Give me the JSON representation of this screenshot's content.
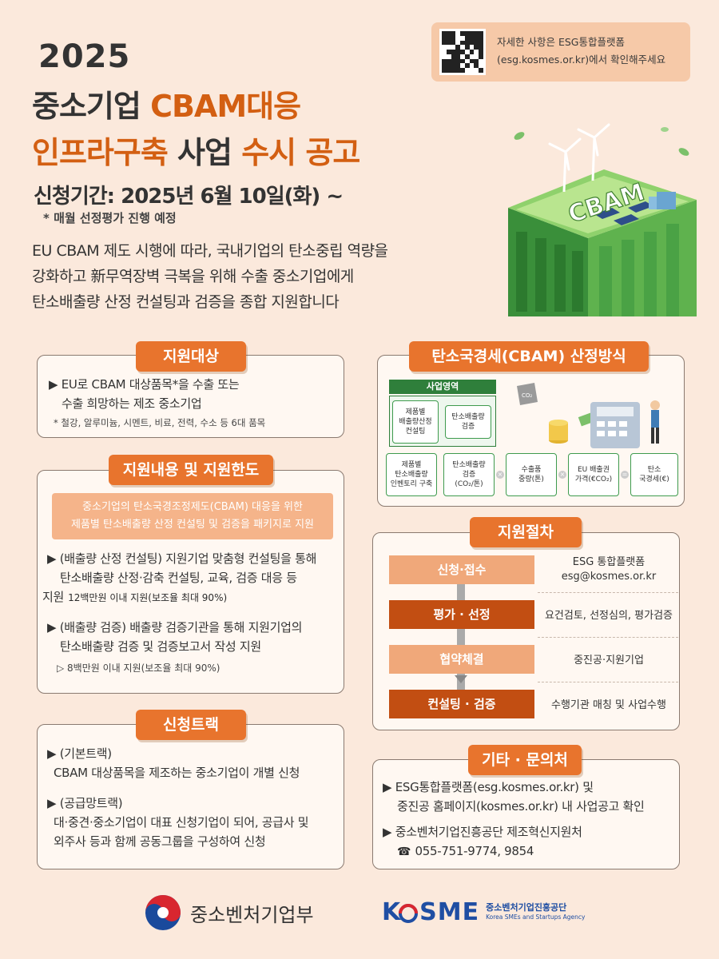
{
  "header": {
    "year": "2025",
    "title_line1_prefix": "중소기업 ",
    "title_line1_accent": "CBAM대응",
    "title_line2_prefix": "인프라구축 사업 ",
    "title_line2_accent": "수시 공고",
    "period": "신청기간: 2025년 6월 10일(화) ~",
    "period_note": "* 매월 선정평가 진행 예정",
    "intro_lines": [
      "EU CBAM 제도 시행에 따라, 국내기업의 탄소중립 역량을",
      "강화하고 新무역장벽 극복을 위해 수출 중소기업에게",
      "탄소배출량 산정 컨설팅과 검증을 종합 지원합니다"
    ]
  },
  "qr_box": {
    "line1": "자세한 사항은 ESG통합플랫폼",
    "line2": "(esg.kosmes.or.kr)에서 확인해주세요"
  },
  "illustration": {
    "sign": "CBAM"
  },
  "support_target": {
    "title": "지원대상",
    "line1": "▶  EU로 CBAM 대상품목*을 수출 또는",
    "line2": "수출 희망하는 제조 중소기업",
    "note": "* 철강, 알루미늄, 시멘트, 비료, 전력, 수소 등 6대 품목"
  },
  "support_content": {
    "title": "지원내용 및 지원한도",
    "highlight_line1": "중소기업의 탄소국경조정제도(CBAM) 대응을 위한",
    "highlight_line2": "제품별 탄소배출량 산정 컨설팅 및 검증을 패키지로 지원",
    "item1_line1": "▶  (배출량 산정 컨설팅) 지원기업 맞춤형 컨설팅을 통해",
    "item1_line2": "탄소배출량 산정·감축 컨설팅, 교육, 검증 대응 등",
    "item1_line3_prefix": "지원",
    "item1_line3_small": "12백만원 이내 지원(보조율 최대 90%)",
    "item2_line1": "▶  (배출량 검증) 배출량 검증기관을 통해 지원기업의",
    "item2_line2": "탄소배출량 검증 및 검증보고서 작성 지원",
    "item2_note": "▷  8백만원 이내 지원(보조율 최대 90%)"
  },
  "tracks": {
    "title": "신청트랙",
    "t1_head": "▶  (기본트랙)",
    "t1_body": "CBAM 대상품목을 제조하는 중소기업이 개별 신청",
    "t2_head": "▶  (공급망트랙)",
    "t2_body1": "대·중견·중소기업이 대표 신청기업이 되어, 공급사 및",
    "t2_body2": "외주사 등과 함께 공동그룹을 구성하여 신청"
  },
  "calc": {
    "title": "탄소국경세(CBAM) 산정방식",
    "area_label": "사업영역",
    "box1": [
      "제품별",
      "배출량산정",
      "컨설팅"
    ],
    "box2": [
      "탄소배출량",
      "검증"
    ],
    "box3": [
      "제품별",
      "탄소배출량",
      "인벤토리 구축"
    ],
    "box4": [
      "탄소배출량",
      "검증",
      "(CO₂/톤)"
    ],
    "box5": [
      "수출품",
      "중량(톤)"
    ],
    "box6": [
      "EU 배출권",
      "가격(€CO₂)"
    ],
    "box7": [
      "탄소",
      "국경세(€)"
    ],
    "op_times": "×",
    "op_equals": "="
  },
  "procedure": {
    "title": "지원절차",
    "steps": [
      {
        "label": "신청·접수",
        "desc1": "ESG 통합플랫폼",
        "desc2": "esg@kosmes.or.kr"
      },
      {
        "label": "평가 · 선정",
        "desc1": "요건검토, 선정심의, 평가검증"
      },
      {
        "label": "협약체결",
        "desc1": "중진공·지원기업"
      },
      {
        "label": "컨설팅 · 검증",
        "desc1": "수행기관 매칭 및 사업수행"
      }
    ]
  },
  "contact": {
    "title": "기타 · 문의처",
    "line1": "▶  ESG통합플랫폼(esg.kosmes.or.kr) 및",
    "line2": "중진공 홈페이지(kosmes.or.kr) 내 사업공고 확인",
    "line3": "▶  중소벤처기업진흥공단 제조혁신지원처",
    "phone": "055-751-9774, 9854"
  },
  "footer": {
    "ministry": "중소벤처기업부",
    "kosme": "K  SME",
    "kosme_kr": "중소벤처기업진흥공단",
    "kosme_en": "Korea SMEs and Startups Agency"
  },
  "colors": {
    "accent": "#d35f12",
    "orange": "#e8742d",
    "dark_orange": "#c24e12",
    "light_orange": "#f0a87a",
    "green": "#3f9b4e",
    "background": "#fbe9dc"
  }
}
